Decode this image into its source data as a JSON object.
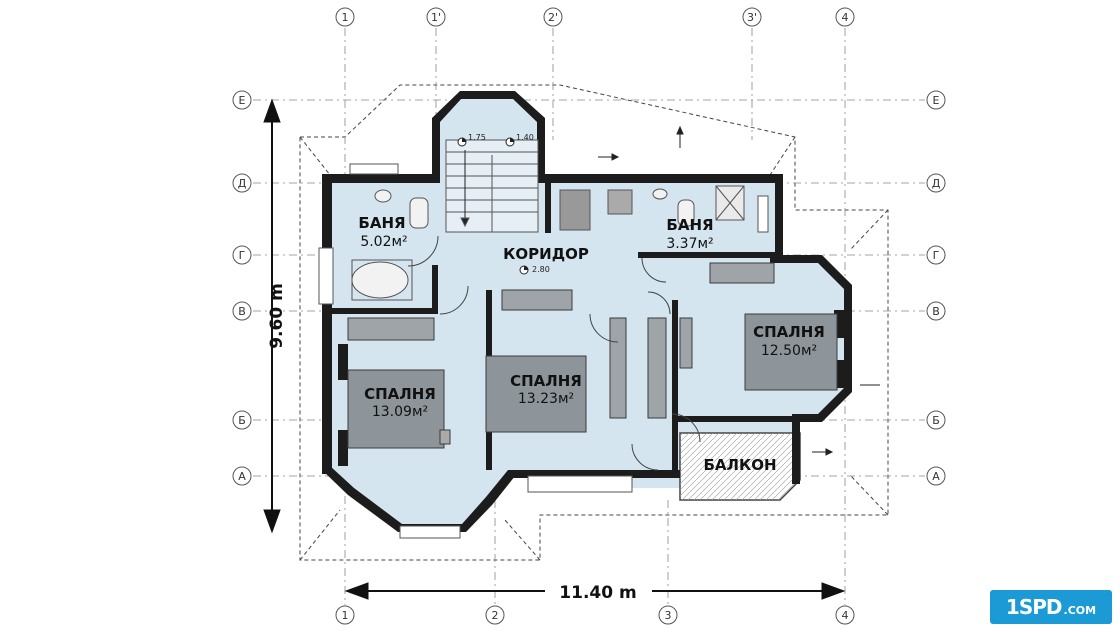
{
  "plan": {
    "overall_width": "11.40 m",
    "overall_height": "9.60 m",
    "column_axes_top": [
      "1",
      "1'",
      "2'",
      "3'",
      "4"
    ],
    "column_axes_bottom": [
      "1",
      "2",
      "3",
      "4"
    ],
    "row_axes": [
      "Е",
      "Д",
      "Г",
      "В",
      "Б",
      "А"
    ],
    "rooms": {
      "bath_left": {
        "name": "БАНЯ",
        "area": "5.02м²"
      },
      "bath_right": {
        "name": "БАНЯ",
        "area": "3.37м²"
      },
      "corridor": {
        "name": "КОРИДОР",
        "mark": "2.80"
      },
      "bedroom_left": {
        "name": "СПАЛНЯ",
        "area": "13.09м²"
      },
      "bedroom_center": {
        "name": "СПАЛНЯ",
        "area": "13.23м²"
      },
      "bedroom_right": {
        "name": "СПАЛНЯ",
        "area": "12.50м²"
      },
      "balcony": {
        "name": "БАЛКОН"
      }
    },
    "stair_marks": [
      "1.75",
      "1.40"
    ]
  },
  "logo": {
    "main": "1SPD",
    "suffix": ".COM"
  },
  "colors": {
    "floor": "#d4e5ef",
    "wall": "#1c1c1c",
    "furniture": "#8e959a",
    "accent": "#1b9ad6"
  }
}
